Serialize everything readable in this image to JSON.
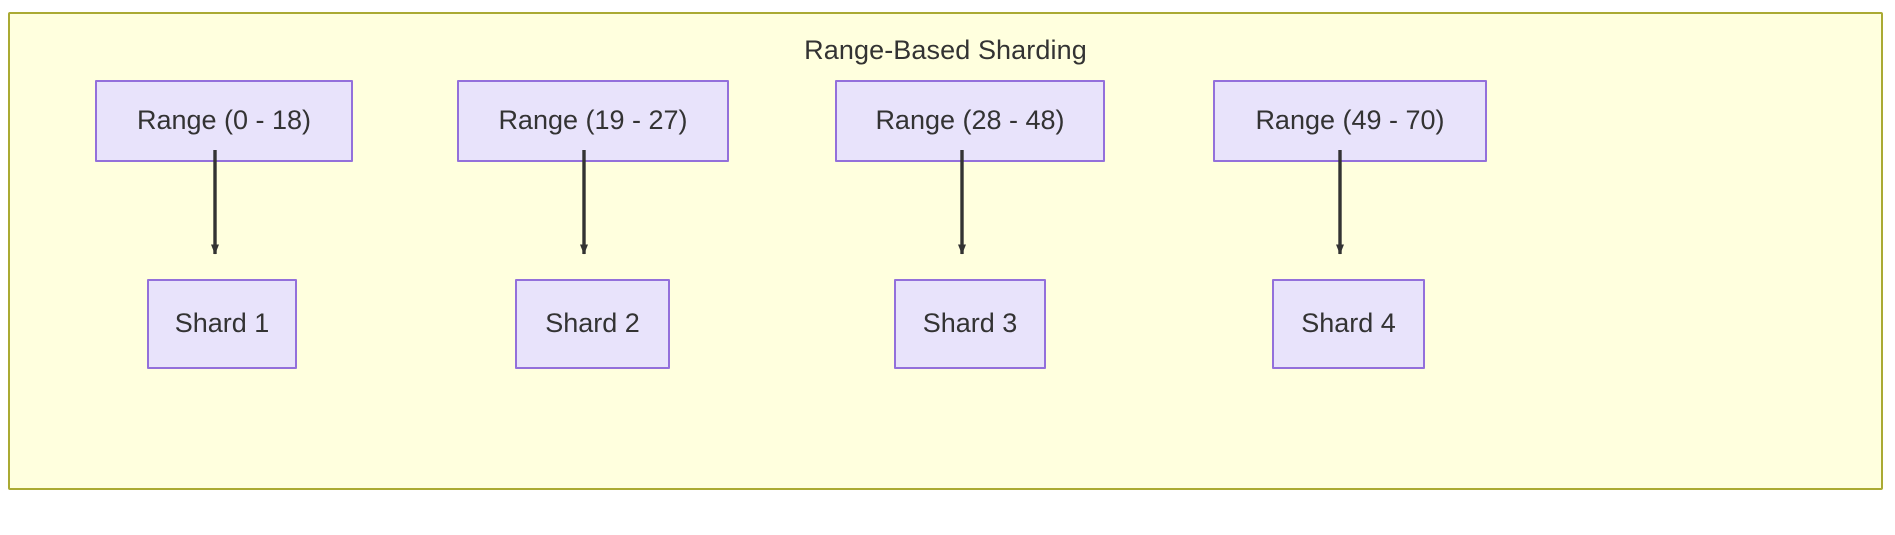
{
  "diagram": {
    "title": "Range-Based Sharding",
    "colors": {
      "container_fill": "#ffffde",
      "container_border": "#aaaa33",
      "node_fill": "#e8e3fb",
      "node_border": "#9370db",
      "text": "#333333",
      "edge": "#333333",
      "page_background": "#ffffff"
    },
    "range_nodes": [
      {
        "label": "Range (0 - 18)"
      },
      {
        "label": "Range (19 - 27)"
      },
      {
        "label": "Range (28 - 48)"
      },
      {
        "label": "Range (49 - 70)"
      }
    ],
    "shard_nodes": [
      {
        "label": "Shard 1"
      },
      {
        "label": "Shard 2"
      },
      {
        "label": "Shard 3"
      },
      {
        "label": "Shard 4"
      }
    ],
    "edges": [
      {
        "from": "Range (0 - 18)",
        "to": "Shard 1",
        "arrow": "down"
      },
      {
        "from": "Range (19 - 27)",
        "to": "Shard 2",
        "arrow": "down"
      },
      {
        "from": "Range (28 - 48)",
        "to": "Shard 3",
        "arrow": "down"
      },
      {
        "from": "Range (49 - 70)",
        "to": "Shard 4",
        "arrow": "down"
      }
    ]
  }
}
